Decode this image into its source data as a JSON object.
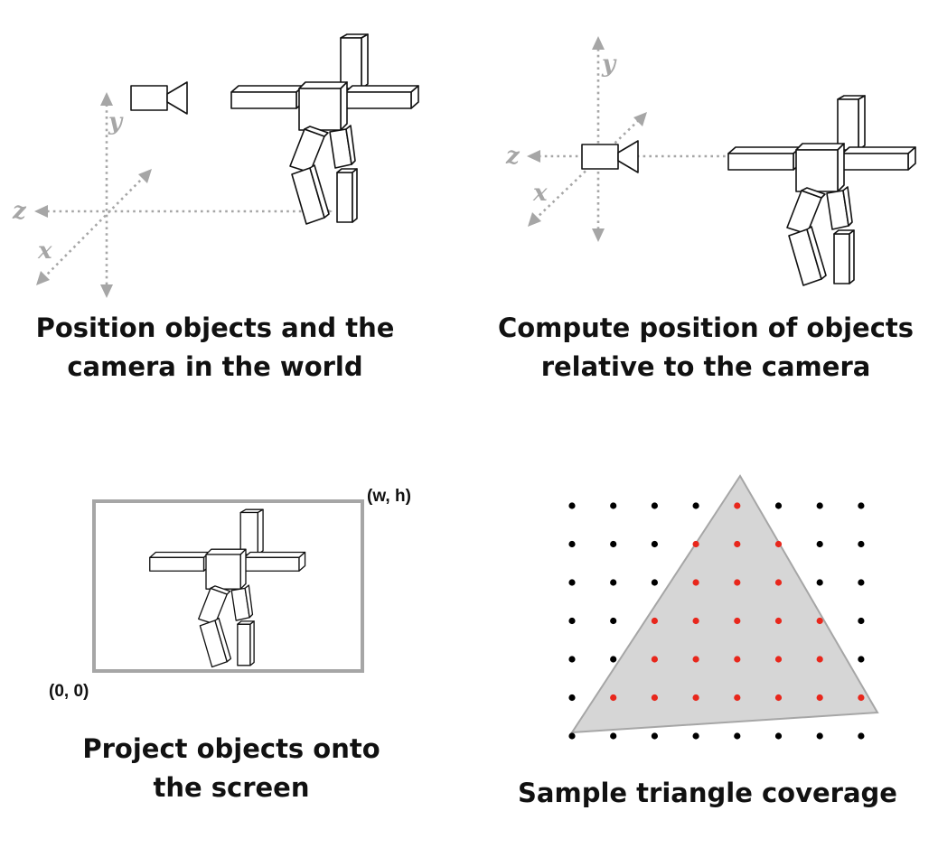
{
  "panels": {
    "world": {
      "caption_line1": "Position objects and the",
      "caption_line2": "camera in the world",
      "axis_x": "x",
      "axis_y": "y",
      "axis_z": "z",
      "icons": [
        "camera-icon",
        "figure-icon"
      ]
    },
    "camera_space": {
      "caption_line1": "Compute position of objects",
      "caption_line2": "relative to the camera",
      "axis_x": "x",
      "axis_y": "y",
      "axis_z": "z",
      "icons": [
        "camera-icon",
        "figure-icon"
      ]
    },
    "projection": {
      "caption_line1": "Project objects onto",
      "caption_line2": "the screen",
      "corner_top_right": "(w, h)",
      "corner_bottom_left": "(0, 0)"
    },
    "raster": {
      "caption": "Sample triangle coverage",
      "grid_columns": 8,
      "grid_rows": 7,
      "covered_color": "#e8271c",
      "uncovered_color": "#000000",
      "triangle_fill": "#d6d6d6",
      "covered_samples": [
        [
          4,
          0
        ],
        [
          3,
          1
        ],
        [
          4,
          1
        ],
        [
          5,
          1
        ],
        [
          3,
          2
        ],
        [
          4,
          2
        ],
        [
          5,
          2
        ],
        [
          2,
          3
        ],
        [
          3,
          3
        ],
        [
          4,
          3
        ],
        [
          5,
          3
        ],
        [
          6,
          3
        ],
        [
          2,
          4
        ],
        [
          3,
          4
        ],
        [
          4,
          4
        ],
        [
          5,
          4
        ],
        [
          6,
          4
        ],
        [
          1,
          5
        ],
        [
          2,
          5
        ],
        [
          3,
          5
        ],
        [
          4,
          5
        ],
        [
          5,
          5
        ],
        [
          6,
          5
        ],
        [
          7,
          5
        ]
      ]
    }
  }
}
